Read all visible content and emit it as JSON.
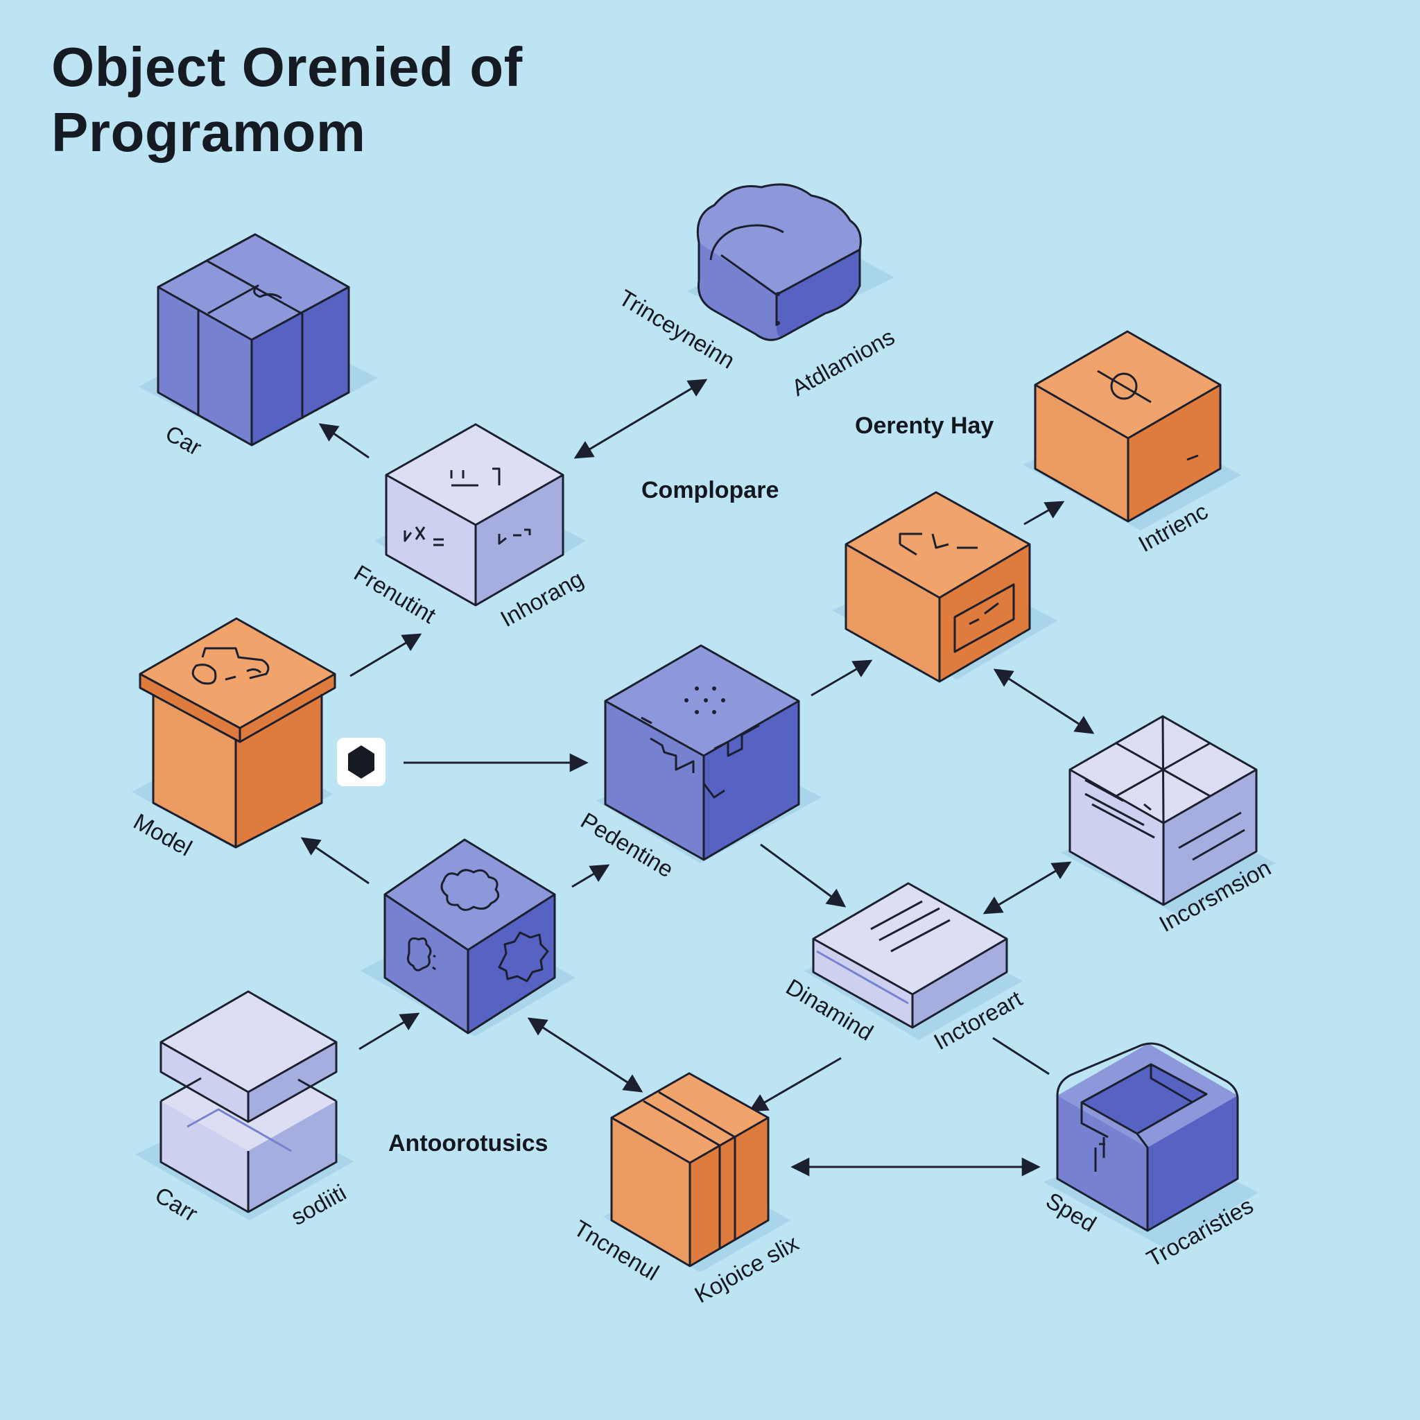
{
  "title": {
    "line1": "Object Orenied of",
    "line2": "Programom"
  },
  "labels": {
    "car_top": "Car",
    "trinceyneinn": "Trinceyneinn",
    "atdlamions": "Atdlamions",
    "oerenty_hay": "Oerenty Hay",
    "complopare": "Complopare",
    "frenutint": "Frenutint",
    "inhorang": "Inhorang",
    "intrienc": "Intrienc",
    "model": "Model",
    "pedentine": "Pedentine",
    "incorsmsion": "Incorsmsion",
    "dinamind": "Dinamind",
    "inctoreart": "Inctoreart",
    "antoorotusics": "Antoorotusics",
    "car_bottom": "Carr",
    "sodiiti": "sodiiti",
    "tncnenul": "Tncnenul",
    "kojoice_slix": "Kojoice slix",
    "sped": "Sped",
    "trocaristies": "Trocaristies"
  },
  "colors": {
    "background": "#bce4f3",
    "blue_top": "#8c98da",
    "blue_left": "#7682d0",
    "blue_right": "#5663c3",
    "lilac_top": "#dcdff4",
    "lilac_left": "#cdd1ef",
    "lilac_right": "#a6addf",
    "orange_top": "#f1a36c",
    "orange_left": "#eb9b62",
    "orange_right": "#e07b3e",
    "stroke": "#1b1f2e"
  },
  "icons": [
    "hexagon-icon",
    "car-icon",
    "puzzle-icon",
    "gear-icon",
    "document-icon"
  ]
}
